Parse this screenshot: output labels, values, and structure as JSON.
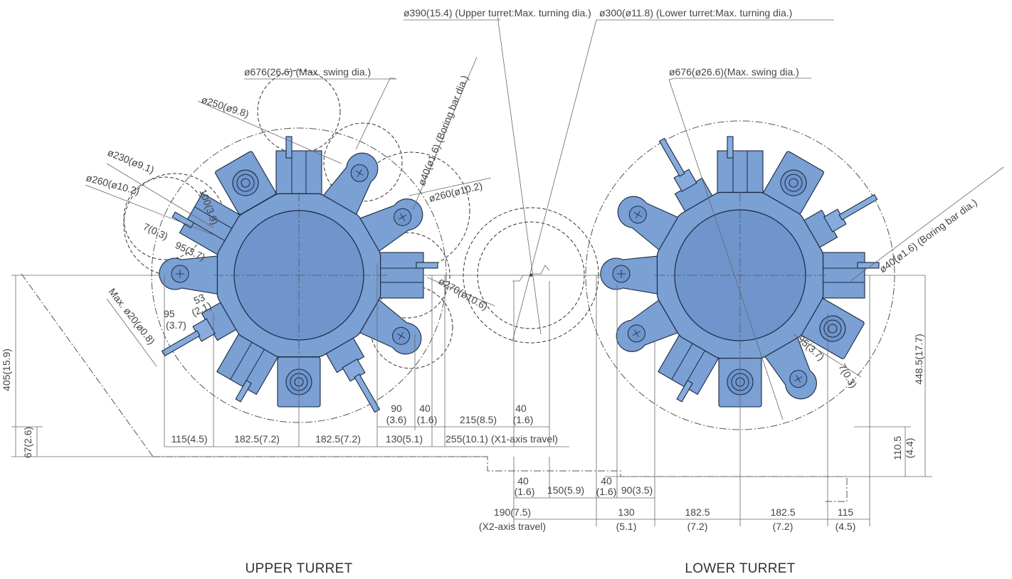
{
  "upper": {
    "turning_dia": "ø390(15.4)  (Upper turret:Max. turning dia.)",
    "swing_dia": "ø676(26.6) (Max. swing dia.)",
    "d250": "ø250(ø9.8)",
    "d230": "ø230(ø9.1)",
    "d260a": "ø260(ø10.2)",
    "d260b": "ø260(ø10.2)",
    "d270": "ø270(ø10.6)",
    "boring": "ø40(ø1.6) (Boring bar dia.)",
    "l100": "100(3.9)",
    "l7": "7(0.3)",
    "l95a": "95(3.7)",
    "maxd20": "Max. ø20(ø0.8)",
    "l95b": "95",
    "l95b2": "(3.7)",
    "l53": "53",
    "l53b": "(2.1)",
    "h405": "405(15.9)",
    "h67": "67(2.6)",
    "w115": "115(4.5)",
    "w1825a": "182.5(7.2)",
    "w1825b": "182.5(7.2)",
    "w130": "130(5.1)",
    "w255": "255(10.1) (X1-axis travel)",
    "w90a": "90",
    "w90b": "(3.6)",
    "w40a": "40",
    "w40b": "(1.6)",
    "w215": "215(8.5)",
    "w40c": "40",
    "w40d": "(1.6)",
    "caption": "UPPER TURRET"
  },
  "lower": {
    "turning_dia": "ø300(ø11.8) (Lower turret:Max. turning dia.)",
    "swing_dia": "ø676(ø26.6)(Max. swing dia.)",
    "boring": "ø40(ø1.6) (Boring bar dia.)",
    "l95": "95(3.7)",
    "l7": "7(0.3)",
    "h4485": "448.5(17.7)",
    "h1105a": "110.5",
    "h1105b": "(4.4)",
    "w40a": "40",
    "w40b": "(1.6)",
    "w150": "150(5.9)",
    "w40c": "40",
    "w40d": "(1.6)",
    "w90": "90(3.5)",
    "w190a": "190(7.5)",
    "w190b": "(X2-axis travel)",
    "w130a": "130",
    "w130b": "(5.1)",
    "w1825a": "182.5",
    "w1825b": "(7.2)",
    "w1825c": "182.5",
    "w1825d": "(7.2)",
    "w115a": "115",
    "w115b": "(4.5)",
    "caption": "LOWER TURRET"
  }
}
